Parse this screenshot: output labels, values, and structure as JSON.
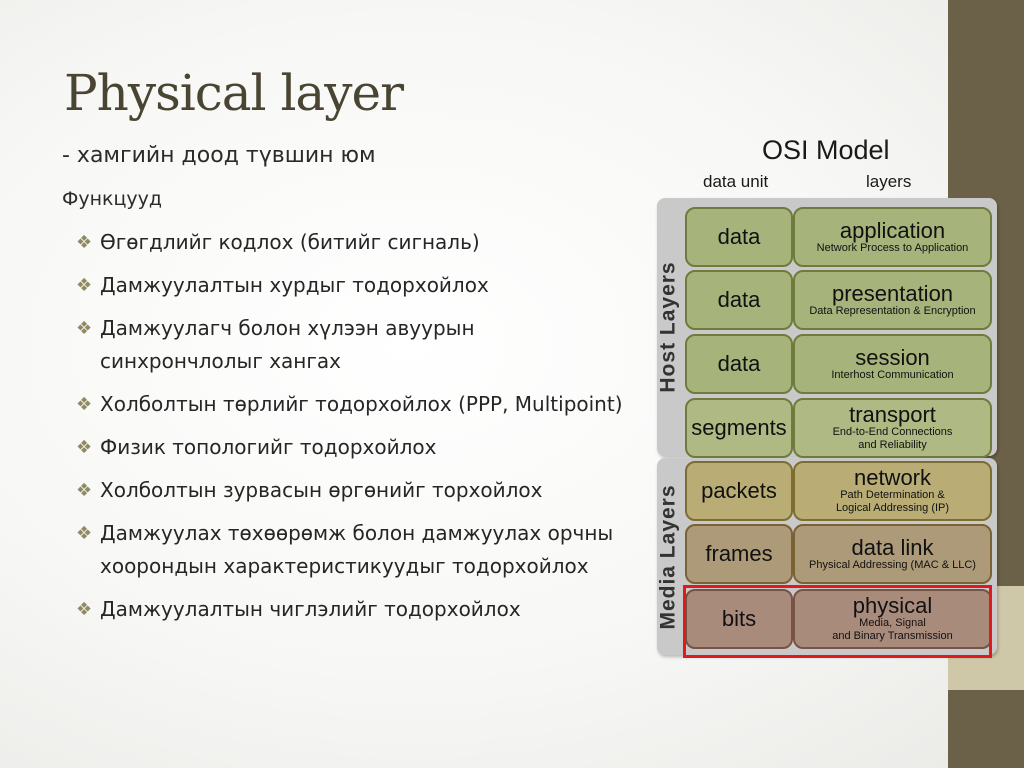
{
  "slide": {
    "title": "Physical layer",
    "subtitle": "- хамгийн доод түвшин юм",
    "functions_label": "Функцууд",
    "bullet_symbol": "❖",
    "bullets": [
      "Өгөгдлийг кодлох (битийг сигналь)",
      "Дамжуулалтын хурдыг тодорхойлох",
      "Дамжуулагч болон хүлээн авуурын синхрончлолыг хангах",
      "Холболтын төрлийг тодорхойлох (PPP, Multipoint)",
      "Физик топологийг тодорхойлох",
      "Холболтын зурвасын өргөнийг торхойлох",
      "Дамжуулах төхөөрөмж болон дамжуулах орчны хоорондын характеристикуудыг тодорхойлох",
      "Дамжуулалтын чиглэлийг тодорхойлох"
    ]
  },
  "osi": {
    "title": "OSI Model",
    "col_data_unit": "data unit",
    "col_layers": "layers",
    "host_label": "Host Layers",
    "media_label": "Media Layers",
    "layers": [
      {
        "unit": "data",
        "name": "application",
        "desc": "Network Process to Application",
        "color": "#a6b37a"
      },
      {
        "unit": "data",
        "name": "presentation",
        "desc": "Data Representation & Encryption",
        "color": "#a6b37a"
      },
      {
        "unit": "data",
        "name": "session",
        "desc": "Interhost Communication",
        "color": "#a6b37a"
      },
      {
        "unit": "segments",
        "name": "transport",
        "desc": "End-to-End Connections\nand Reliability",
        "color": "#aeb983"
      },
      {
        "unit": "packets",
        "name": "network",
        "desc": "Path Determination &\nLogical Addressing (IP)",
        "color": "#b9ad75"
      },
      {
        "unit": "frames",
        "name": "data link",
        "desc": "Physical Addressing (MAC & LLC)",
        "color": "#ad9a78"
      },
      {
        "unit": "bits",
        "name": "physical",
        "desc": "Media, Signal\nand Binary Transmission",
        "color": "#a98b7c"
      }
    ],
    "highlighted_layer": "physical",
    "highlight_color": "#e01a1a"
  }
}
